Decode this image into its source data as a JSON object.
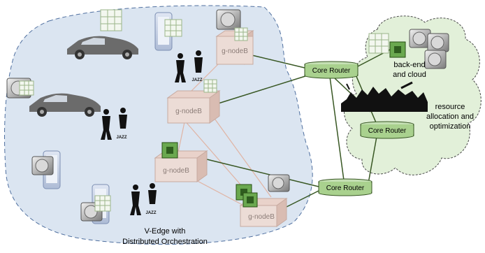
{
  "edge_region": {
    "caption_line1": "V-Edge with",
    "caption_line2": "Distributed Orchestration",
    "fill": "#dbe5f1",
    "border": "#4f6f9f"
  },
  "gnodebs": [
    {
      "id": "gnb1",
      "label": "g-nodeB"
    },
    {
      "id": "gnb2",
      "label": "g-nodeB"
    },
    {
      "id": "gnb3",
      "label": "g-nodeB"
    },
    {
      "id": "gnb4",
      "label": "g-nodeB"
    }
  ],
  "core_routers": [
    {
      "id": "cr1",
      "label": "Core Router"
    },
    {
      "id": "cr2",
      "label": "Core Router"
    },
    {
      "id": "cr3",
      "label": "Core Router"
    }
  ],
  "cloud": {
    "label_backend_line1": "back-end",
    "label_backend_line2": "and cloud",
    "label_resource_line1": "resource",
    "label_resource_line2": "allocation and",
    "label_resource_line3": "optimization",
    "fill": "#e2f0d9",
    "border": "#4a4a4a"
  },
  "jazz_text": "JAZZ",
  "colors": {
    "router_fill": "#a9d18e",
    "router_border": "#375623",
    "router_link": "#385723",
    "edge_link": "#e0b4a4",
    "gnodeb_fill": "#ecdcd6",
    "gnodeb_text": "#8c7d78"
  }
}
